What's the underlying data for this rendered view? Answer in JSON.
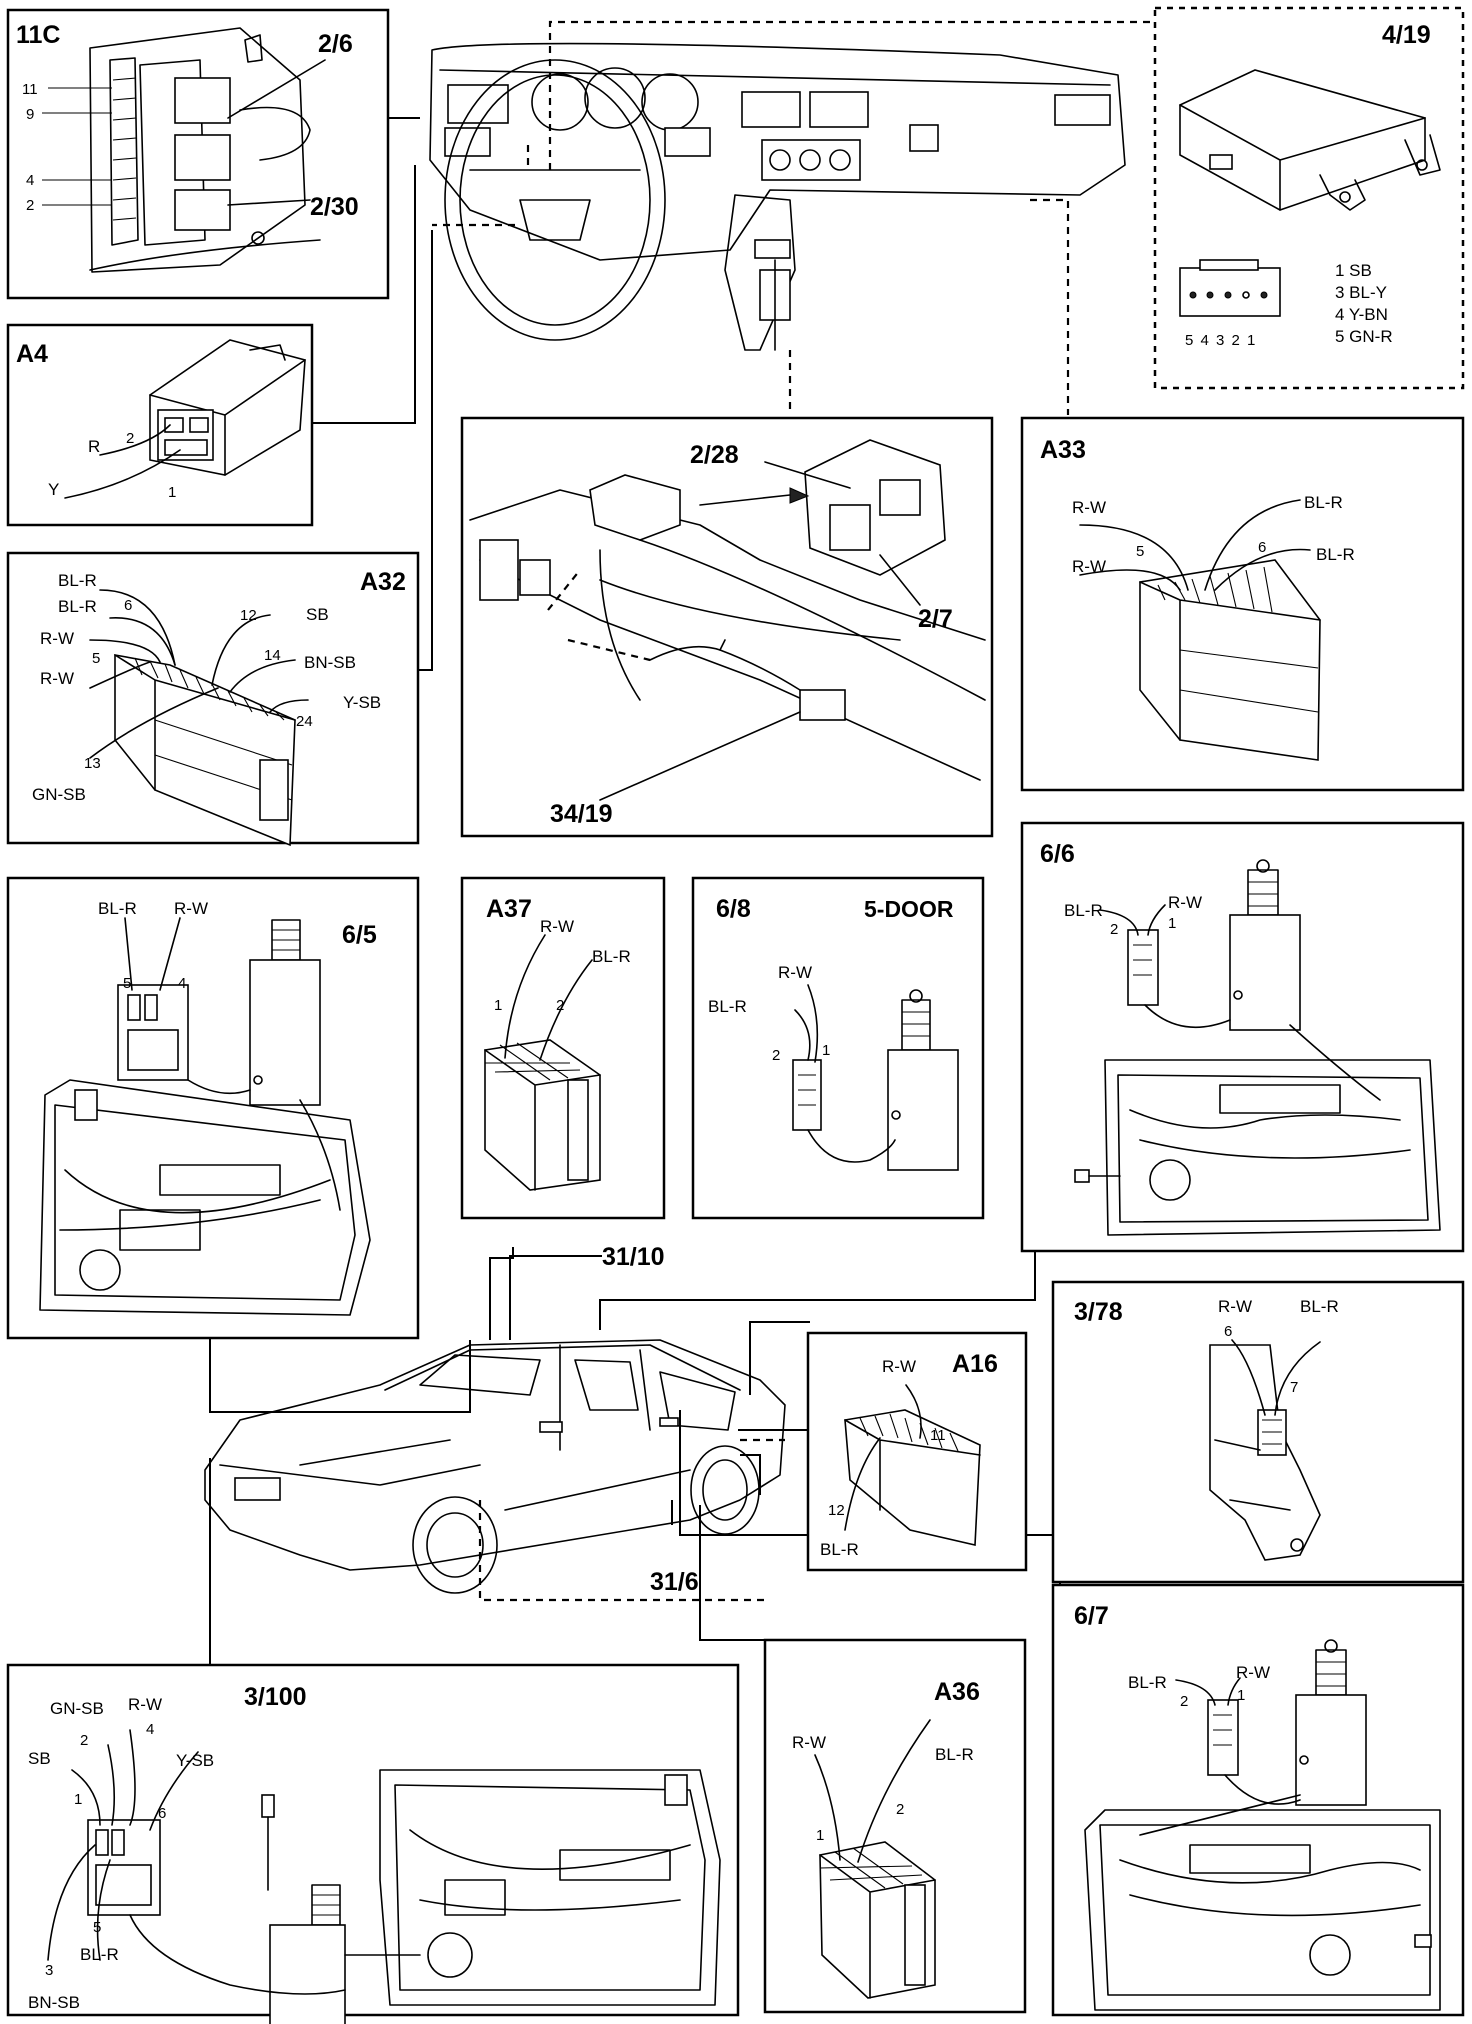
{
  "panels": {
    "p11c": {
      "title": "11C",
      "pins": [
        "11",
        "9",
        "4",
        "2"
      ],
      "callouts": [
        "2/6",
        "2/30"
      ]
    },
    "p419": {
      "title": "4/19",
      "pin_numbers": "5 4 3 2 1",
      "wires": [
        "1 SB",
        "3 BL-Y",
        "4 Y-BN",
        "5 GN-R"
      ]
    },
    "pa4": {
      "title": "A4",
      "wires": [
        {
          "pin": "2",
          "color": "R"
        },
        {
          "pin": "1",
          "color": "Y"
        }
      ]
    },
    "pcenter": {
      "callouts": [
        "2/28",
        "2/7",
        "34/19"
      ]
    },
    "pa33": {
      "title": "A33",
      "wires": [
        {
          "pin": "",
          "color": "R-W"
        },
        {
          "pin": "",
          "color": "BL-R"
        },
        {
          "pin": "5",
          "color": "R-W"
        },
        {
          "pin": "6",
          "color": "BL-R"
        }
      ]
    },
    "pa32": {
      "title": "A32",
      "wires": [
        {
          "pin": "",
          "color": "BL-R"
        },
        {
          "pin": "6",
          "color": "BL-R"
        },
        {
          "pin": "12",
          "color": "SB"
        },
        {
          "pin": "",
          "color": "R-W"
        },
        {
          "pin": "5",
          "color": "R-W"
        },
        {
          "pin": "14",
          "color": "BN-SB"
        },
        {
          "pin": "24",
          "color": "Y-SB"
        },
        {
          "pin": "13",
          "color": "GN-SB"
        }
      ]
    },
    "p65": {
      "title": "6/5",
      "wires": [
        {
          "pin": "5",
          "color": "BL-R"
        },
        {
          "pin": "4",
          "color": "R-W"
        }
      ]
    },
    "pa37": {
      "title": "A37",
      "wires": [
        {
          "pin": "1",
          "color": "R-W"
        },
        {
          "pin": "2",
          "color": "BL-R"
        }
      ]
    },
    "p68": {
      "title": "6/8",
      "subtitle": "5-DOOR",
      "wires": [
        {
          "pin": "1",
          "color": "R-W"
        },
        {
          "pin": "2",
          "color": "BL-R"
        }
      ]
    },
    "p66": {
      "title": "6/6",
      "wires": [
        {
          "pin": "2",
          "color": "BL-R"
        },
        {
          "pin": "1",
          "color": "R-W"
        }
      ]
    },
    "car": {
      "callouts": [
        "31/10",
        "31/6"
      ]
    },
    "p378": {
      "title": "3/78",
      "wires": [
        {
          "pin": "6",
          "color": "R-W"
        },
        {
          "pin": "7",
          "color": "BL-R"
        }
      ]
    },
    "pa16": {
      "title": "A16",
      "wires": [
        {
          "pin": "11",
          "color": "R-W"
        },
        {
          "pin": "12",
          "color": "BL-R"
        }
      ]
    },
    "p3100": {
      "title": "3/100",
      "wires": [
        {
          "pin": "2",
          "color": "GN-SB"
        },
        {
          "pin": "4",
          "color": "R-W"
        },
        {
          "pin": "1",
          "color": "SB"
        },
        {
          "pin": "6",
          "color": "Y-SB"
        },
        {
          "pin": "5",
          "color": "BL-R"
        },
        {
          "pin": "3",
          "color": "BN-SB"
        }
      ]
    },
    "pa36": {
      "title": "A36",
      "wires": [
        {
          "pin": "1",
          "color": "R-W"
        },
        {
          "pin": "2",
          "color": "BL-R"
        }
      ]
    },
    "p67": {
      "title": "6/7",
      "wires": [
        {
          "pin": "2",
          "color": "BL-R"
        },
        {
          "pin": "1",
          "color": "R-W"
        }
      ]
    }
  },
  "colors": {
    "line": "#000000",
    "background": "#ffffff"
  }
}
